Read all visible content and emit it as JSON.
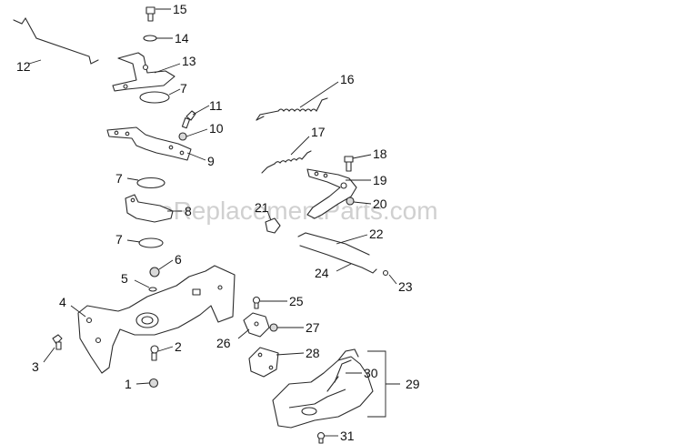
{
  "watermark": "eReplacementParts.com",
  "callouts": {
    "c1": "1",
    "c2": "2",
    "c3": "3",
    "c4": "4",
    "c5": "5",
    "c6": "6",
    "c7a": "7",
    "c7b": "7",
    "c7c": "7",
    "c8": "8",
    "c9": "9",
    "c10": "10",
    "c11": "11",
    "c12": "12",
    "c13": "13",
    "c14": "14",
    "c15": "15",
    "c16": "16",
    "c17": "17",
    "c18": "18",
    "c19": "19",
    "c20": "20",
    "c21": "21",
    "c22": "22",
    "c23": "23",
    "c24": "24",
    "c25": "25",
    "c26": "26",
    "c27": "27",
    "c28": "28",
    "c29": "29",
    "c30": "30",
    "c31": "31"
  }
}
